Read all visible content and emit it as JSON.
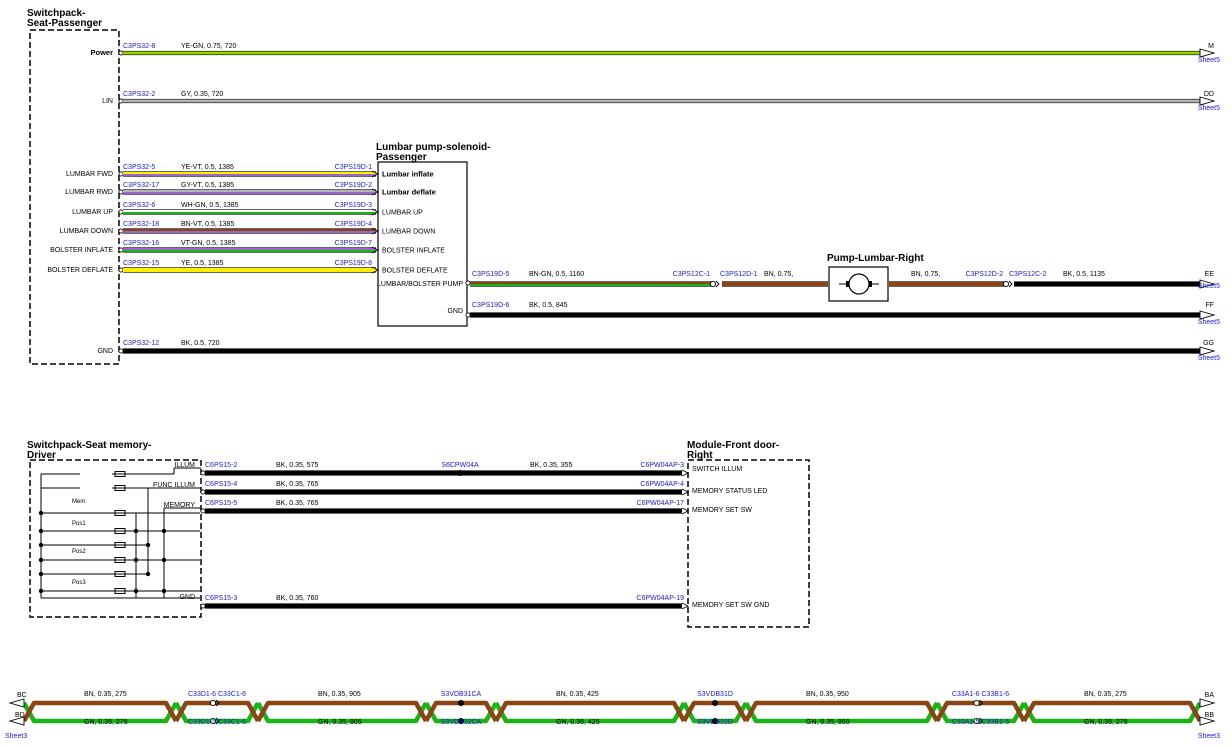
{
  "colors": {
    "YE": "#ffee00",
    "GN": "#18b418",
    "YE-GN": "#9ad400",
    "GY": "#b4b4b4",
    "VT": "#9966cc",
    "BN": "#8b4513",
    "WH": "#ffffff",
    "BK": "#000000",
    "link": "#1a1ad6"
  },
  "components": {
    "sp_passenger": [
      "Switchpack-",
      "Seat-Passenger"
    ],
    "lumbar_pump": [
      "Lumbar pump-solenoid-",
      "Passenger"
    ],
    "pump_right": "Pump-Lumbar-Right",
    "sp_memory": [
      "Switchpack-Seat memory-",
      "Driver"
    ],
    "front_door": [
      "Module-Front door-",
      "Right"
    ]
  },
  "section1": {
    "top_wires": [
      {
        "pin": "Power",
        "conn": "C3PS32-8",
        "spec": "YE-GN,  0.75,  720",
        "colors": [
          "YE-GN"
        ],
        "off": "M",
        "sheet": "Sheet5"
      },
      {
        "pin": "LIN",
        "conn": "C3PS32-2",
        "spec": "GY,  0.35,  720",
        "colors": [
          "GY"
        ],
        "off": "DD",
        "sheet": "Sheet5"
      }
    ],
    "pump_wires": [
      {
        "pin": "LUMBAR FWD",
        "conn": "C3PS32-5",
        "spec": "YE-VT,  0.5,  1385",
        "dest": "C3PS19D-1",
        "label": "Lumbar inflate",
        "bold": true,
        "colors": [
          "YE",
          "VT"
        ]
      },
      {
        "pin": "LUMBAR RWD",
        "conn": "C3PS32-17",
        "spec": "GY-VT,  0.5,  1385",
        "dest": "C3PS19D-2",
        "label": "Lumbar deflate",
        "bold": true,
        "colors": [
          "GY",
          "VT"
        ]
      },
      {
        "pin": "LUMBAR UP",
        "conn": "C3PS32-6",
        "spec": "WH-GN,  0.5,  1385",
        "dest": "C3PS19D-3",
        "label": "LUMBAR UP",
        "bold": false,
        "colors": [
          "WH",
          "GN"
        ]
      },
      {
        "pin": "LUMBAR DOWN",
        "conn": "C3PS32-18",
        "spec": "BN-VT,  0.5,  1385",
        "dest": "C3PS19D-4",
        "label": "LUMBAR DOWN",
        "bold": false,
        "colors": [
          "BN",
          "VT"
        ]
      },
      {
        "pin": "BOLSTER INFLATE",
        "conn": "C3PS32-16",
        "spec": "VT-GN,  0.5,  1385",
        "dest": "C3PS19D-7",
        "label": "BOLSTER INFLATE",
        "bold": false,
        "colors": [
          "VT",
          "GN"
        ]
      },
      {
        "pin": "BOLSTER DEFLATE",
        "conn": "C3PS32-15",
        "spec": "YE,  0.5,  1385",
        "dest": "C3PS19D-8",
        "label": "BOLSTER DEFLATE",
        "bold": false,
        "colors": [
          "YE"
        ]
      }
    ],
    "pump_out": {
      "pin": "LUMBAR/BOLSTER PUMP",
      "conn": "C3PS19D-5",
      "spec1": "BN-GN,  0.5,  1160",
      "c12c": "C3PS12C-1",
      "c12d": "C3PS12D-1",
      "spec2": "BN,  0.75,",
      "spec3": "BN,  0.75,",
      "c12d2": "C3PS12D-2",
      "c12c2": "C3PS12C-2",
      "spec4": "BK,  0.5,  1135",
      "off": "EE",
      "sheet": "Sheet5"
    },
    "pump_gnd": {
      "pin": "GND",
      "conn": "C3PS19D-6",
      "spec": "BK,  0.5,  845",
      "off": "FF",
      "sheet": "Sheet5"
    },
    "gnd": {
      "pin": "GND",
      "conn": "C3PS32-12",
      "spec": "BK,  0.5,  720",
      "off": "GG",
      "sheet": "Sheet5"
    }
  },
  "section2": {
    "switch_labels": {
      "mem": "Mem",
      "pos1": "Pos1",
      "pos2": "Pos2",
      "pos3": "Pos3"
    },
    "wires": [
      {
        "pin": "ILLUM",
        "conn": "C6PS15-2",
        "spec": "BK,  0.35,  575",
        "splice": "S6CPW04A",
        "spec2": "BK,  0.35,  355",
        "dest": "C6PW04AP-3",
        "label": "SWITCH ILLUM"
      },
      {
        "pin": "FUNC ILLUM",
        "conn": "C6PS15-4",
        "spec": "BK,  0.35,  765",
        "dest": "C6PW04AP-4",
        "label": "MEMORY STATUS LED"
      },
      {
        "pin": "MEMORY",
        "conn": "C6PS15-5",
        "spec": "BK,  0.35,  765",
        "dest": "C6PW04AP-17",
        "label": "MEMORY SET SW"
      },
      {
        "pin": "GND",
        "conn": "C6PS15-3",
        "spec": "BK,  0.35,  760",
        "dest": "C6PW04AP-19",
        "label": "MEMORY SET SW GND"
      }
    ]
  },
  "section3": {
    "left": {
      "top": "BC",
      "bottom": "BD",
      "sheet": "Sheet3"
    },
    "right": {
      "top": "BA",
      "bottom": "BB",
      "sheet": "Sheet3"
    },
    "segments": [
      {
        "top": "BN,  0.35,  275",
        "bottom": "GN,  0.35,  275"
      },
      {
        "top": "BN,  0.35,  905",
        "bottom": "GN,  0.35,  905"
      },
      {
        "top": "BN,  0.35,  425",
        "bottom": "GN,  0.35,  425"
      },
      {
        "top": "BN,  0.35,  950",
        "bottom": "GN,  0.35,  950"
      },
      {
        "top": "BN,  0.35,  275",
        "bottom": "GN,  0.35,  275"
      }
    ],
    "nodes": [
      {
        "kind": "connector",
        "top": "C33D1-6  C33C1-6",
        "bottom": "C33D1-5  C33C1-5"
      },
      {
        "kind": "splice",
        "top": "S3VDB31CA",
        "bottom": "S3VDB32CA"
      },
      {
        "kind": "splice",
        "top": "S3VDB31D",
        "bottom": "S3VDB32D"
      },
      {
        "kind": "connector",
        "top": "C33A1-6  C33B1-6",
        "bottom": "C33A1-5  C33B1-5"
      }
    ]
  }
}
